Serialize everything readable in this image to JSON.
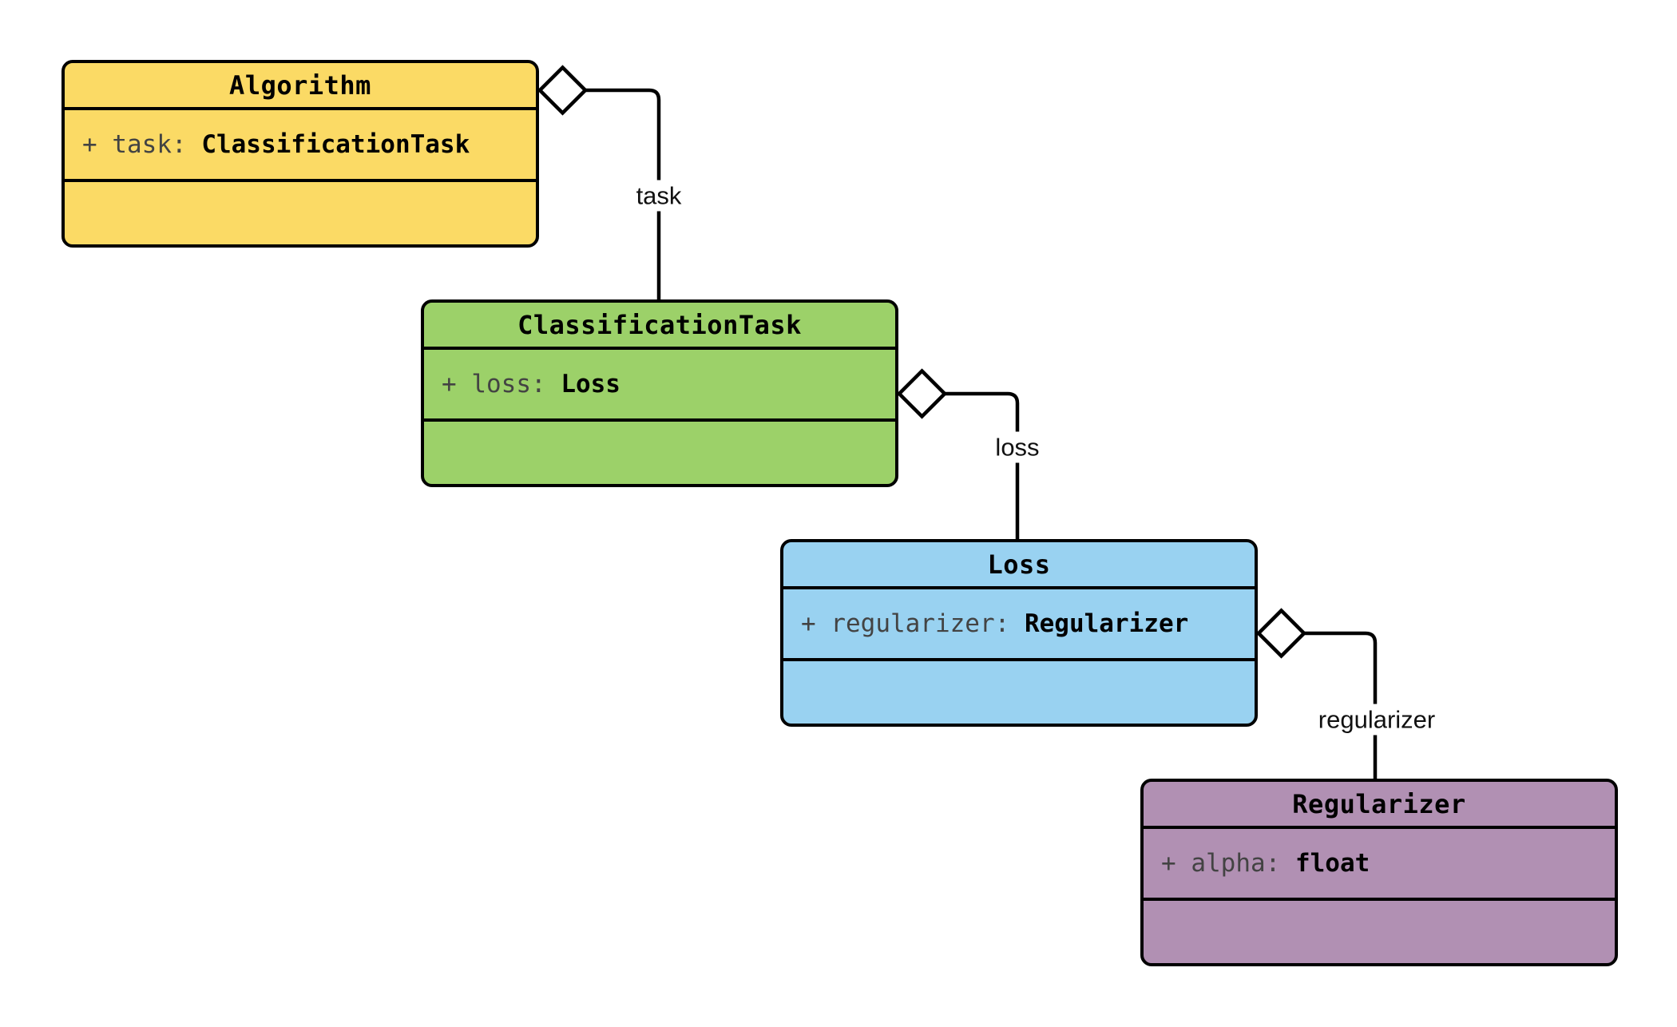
{
  "diagram": {
    "kind": "uml-class-diagram",
    "classes": [
      {
        "title": "Algorithm",
        "attribute": {
          "prefix": "+ task: ",
          "type": "ClassificationTask"
        },
        "fill": "#FBDA65"
      },
      {
        "title": "ClassificationTask",
        "attribute": {
          "prefix": "+ loss: ",
          "type": "Loss"
        },
        "fill": "#9CD169"
      },
      {
        "title": "Loss",
        "attribute": {
          "prefix": "+ regularizer: ",
          "type": "Regularizer"
        },
        "fill": "#99D2F1"
      },
      {
        "title": "Regularizer",
        "attribute": {
          "prefix": "+ alpha: ",
          "type": "float"
        },
        "fill": "#B190B3"
      }
    ],
    "relations": [
      {
        "label": "task",
        "from": "Algorithm",
        "to": "ClassificationTask",
        "type": "aggregation"
      },
      {
        "label": "loss",
        "from": "ClassificationTask",
        "to": "Loss",
        "type": "aggregation"
      },
      {
        "label": "regularizer",
        "from": "Loss",
        "to": "Regularizer",
        "type": "aggregation"
      }
    ],
    "colors": {
      "stroke": "#000000",
      "attribute_text": "#434343",
      "type_text": "#000000",
      "canvas": "#FFFFFF",
      "diamond_fill": "#FFFFFF"
    }
  }
}
